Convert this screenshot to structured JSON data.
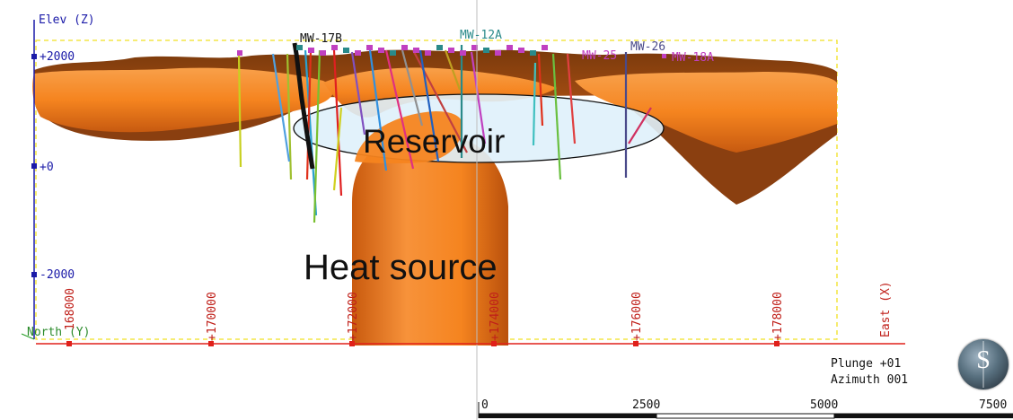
{
  "axes": {
    "z_label": "Elev (Z)",
    "z_ticks": [
      "+2000",
      "+0",
      "-2000"
    ],
    "y_label": "North (Y)",
    "x_label": "East (X)",
    "x_ticks": [
      "168000",
      "+170000",
      "+172000",
      "+174000",
      "+176000",
      "+178000"
    ]
  },
  "wells": {
    "labels": [
      "MW-17B",
      "MW-12A",
      "MW-26",
      "MW-18A",
      "MW-25"
    ]
  },
  "annotations": {
    "reservoir": "Reservoir",
    "heat_source": "Heat source"
  },
  "view": {
    "plunge": "Plunge +01",
    "azimuth": "Azimuth 001",
    "compass_letter": "S"
  },
  "scale_bar": {
    "ticks": [
      "0",
      "2500",
      "5000",
      "7500"
    ]
  },
  "colors": {
    "body_orange": "#f5841f",
    "axis_blue": "#1a1aa8",
    "axis_red": "#e0201a",
    "bbox_yellow": "#f0e020",
    "well_magenta": "#c040c0",
    "reservoir_fill": "#dff1fb"
  }
}
